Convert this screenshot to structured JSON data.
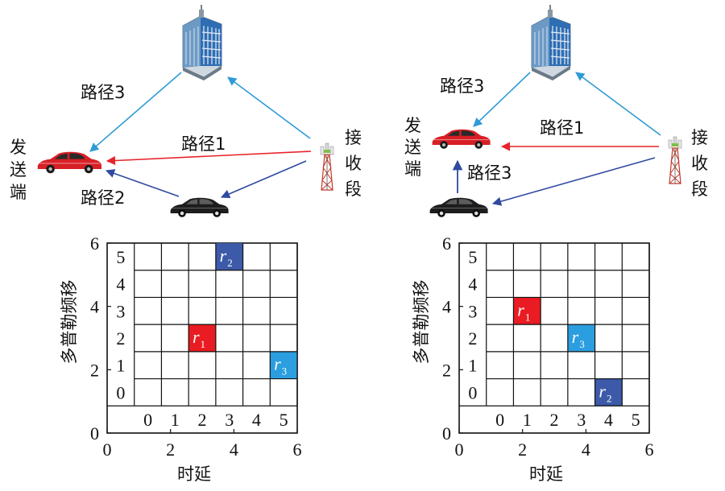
{
  "colors": {
    "path_red": "#e8232a",
    "path_light_blue": "#2f9bd6",
    "path_dark_blue": "#2f4aa0",
    "r1": "#e81c22",
    "r2": "#3c5aa8",
    "r3": "#2b9ee0"
  },
  "icons": {
    "building": "building-icon",
    "tower": "cell-tower-icon",
    "car_red": "red-car-icon",
    "car_black": "black-car-icon"
  },
  "panels": [
    {
      "id": "left",
      "labels": {
        "transmitter": [
          "发",
          "送",
          "端"
        ],
        "receiver": [
          "接",
          "收",
          "段"
        ],
        "path3": "路径3",
        "path1": "路径1",
        "path2": "路径2"
      },
      "grid": {
        "ylabel": "多普勒频移",
        "xlabel": "时延",
        "axis_ticks": [
          "0",
          "2",
          "4",
          "6"
        ],
        "cell_labels": [
          "0",
          "1",
          "2",
          "3",
          "4",
          "5"
        ],
        "cells": [
          {
            "name": "r1",
            "main": "r",
            "sub": "1",
            "col": 2,
            "row": 2,
            "color_key": "r1"
          },
          {
            "name": "r2",
            "main": "r",
            "sub": "2",
            "col": 3,
            "row": 5,
            "color_key": "r2"
          },
          {
            "name": "r3",
            "main": "r",
            "sub": "3",
            "col": 5,
            "row": 1,
            "color_key": "r3"
          }
        ]
      }
    },
    {
      "id": "right",
      "labels": {
        "transmitter": [
          "发",
          "送",
          "端"
        ],
        "receiver": [
          "接",
          "收",
          "段"
        ],
        "path3": "路径3",
        "path1": "路径1",
        "path2": "路径3"
      },
      "grid": {
        "ylabel": "多普勒频移",
        "xlabel": "时延",
        "axis_ticks": [
          "0",
          "2",
          "4",
          "6"
        ],
        "cell_labels": [
          "0",
          "1",
          "2",
          "3",
          "4",
          "5"
        ],
        "cells": [
          {
            "name": "r1",
            "main": "r",
            "sub": "1",
            "col": 1,
            "row": 3,
            "color_key": "r1"
          },
          {
            "name": "r3",
            "main": "r",
            "sub": "3",
            "col": 3,
            "row": 2,
            "color_key": "r3"
          },
          {
            "name": "r2",
            "main": "r",
            "sub": "2",
            "col": 4,
            "row": 0,
            "color_key": "r2"
          }
        ]
      }
    }
  ]
}
